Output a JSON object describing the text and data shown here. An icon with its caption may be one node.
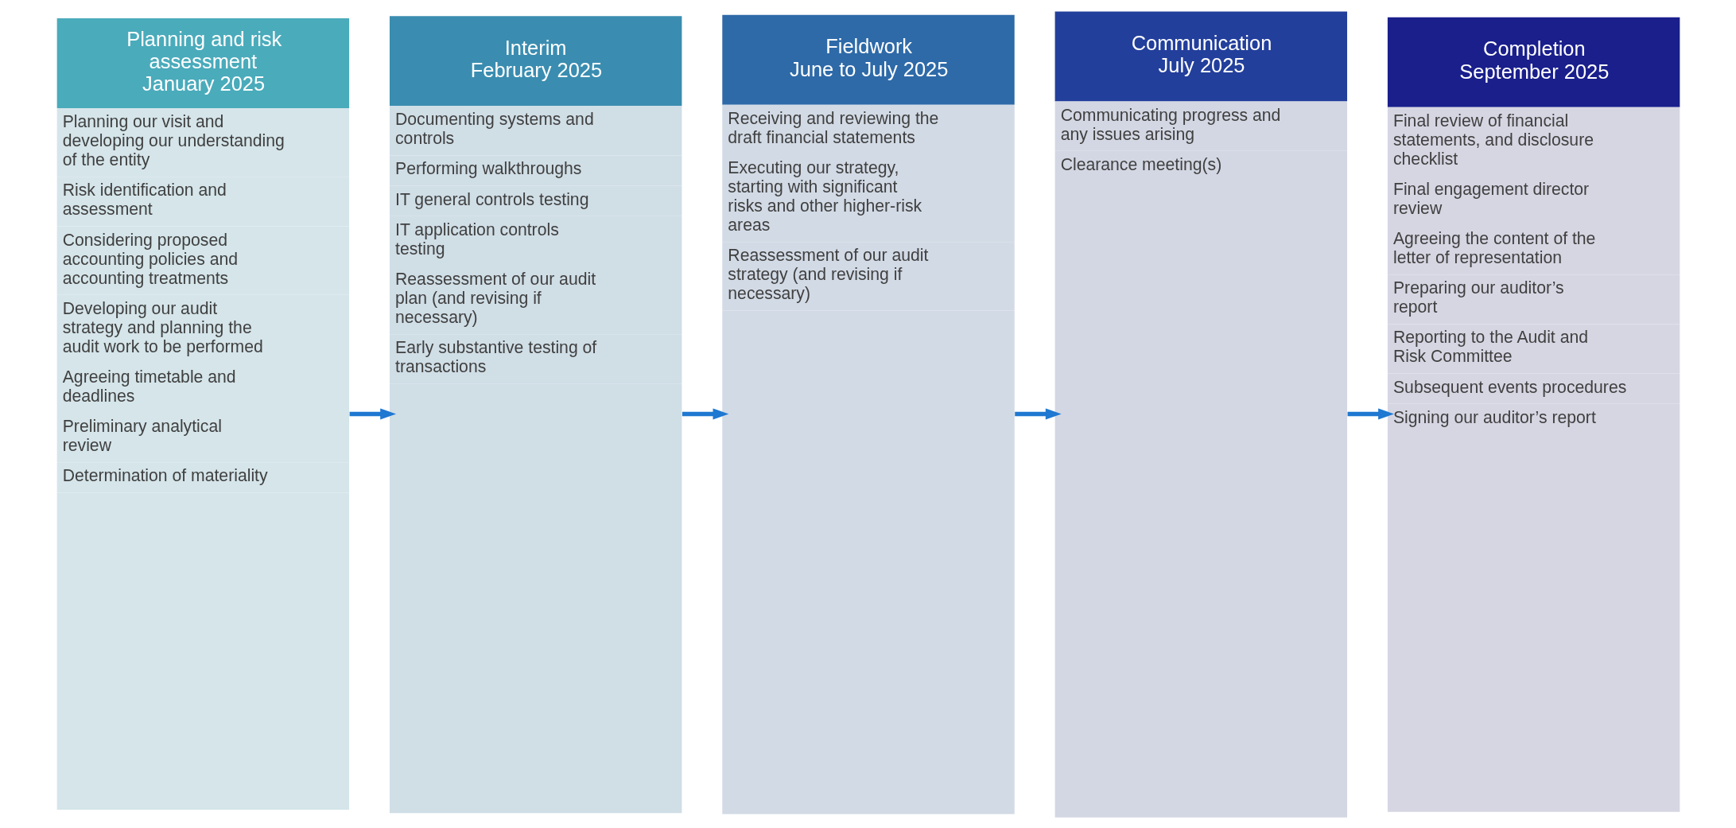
{
  "diagram": {
    "nodes": [
      {
        "text": [
          "Planning and risk assessment",
          "January 2025",
          "Planning our visit and developing our understanding of the entity",
          "Risk identification and assessment",
          "Considering proposed accounting policies and accounting treatments",
          "Developing our audit strategy and planning the audit work to be performed",
          "Agreeing timetable and deadlines",
          "Preliminary analytical review",
          "Determination of materiality"
        ]
      },
      {
        "text": [
          "Interim",
          "February 2025",
          "Documenting systems and controls",
          "Performing walkthroughs",
          "IT general controls testing",
          "IT application controls testing",
          "Reassessment of our audit plan (and revising if necessary)",
          "Early substantive testing of transactions"
        ]
      },
      {
        "text": [
          "Fieldwork",
          "June to July 2025",
          "Receiving and reviewing the draft financial statements",
          "Executing our strategy, starting with significant risks and other higher-risk areas",
          "Reassessment of our audit strategy (and revising if necessary)"
        ]
      },
      {
        "text": [
          "Communication",
          "July 2025",
          "Communicating progress and any issues arising",
          "Clearance meeting(s)"
        ]
      },
      {
        "text": [
          "Completion",
          "September 2025",
          "Final review of financial statements, and disclosure checklist",
          "Final engagement director review",
          "Agreeing the content of the letter of representation",
          "Preparing our auditor’s report",
          "Reporting to the Audit and Risk Committee",
          "Subsequent events procedures",
          "Signing our auditor’s report"
        ]
      }
    ],
    "edges": [
      {
        "from": 0,
        "to": 1,
        "arrow": "to"
      },
      {
        "from": 1,
        "to": 2,
        "arrow": "to"
      },
      {
        "from": 2,
        "to": 3,
        "arrow": "to"
      },
      {
        "from": 3,
        "to": 4,
        "arrow": "to"
      }
    ]
  }
}
